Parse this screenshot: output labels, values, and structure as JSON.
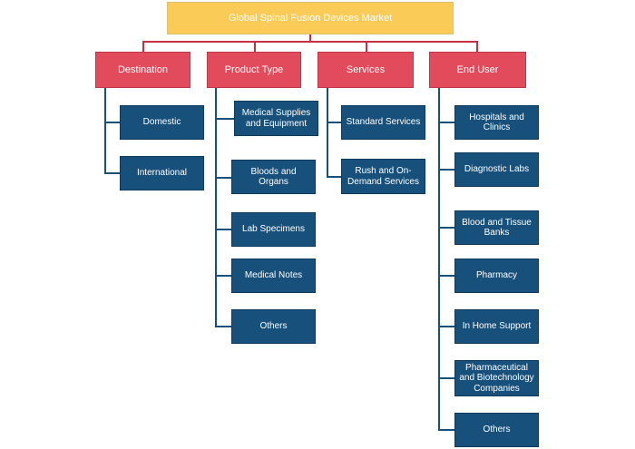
{
  "root": {
    "label": "Global Spinal Fusion Devices Market"
  },
  "categories": [
    {
      "label": "Destination",
      "items": [
        "Domestic",
        "International"
      ]
    },
    {
      "label": "Product Type",
      "items": [
        "Medical Supplies and Equipment",
        "Bloods and Organs",
        "Lab Specimens",
        "Medical Notes",
        "Others"
      ]
    },
    {
      "label": "Services",
      "items": [
        "Standard Services",
        "Rush and On-Demand Services"
      ]
    },
    {
      "label": "End User",
      "items": [
        "Hospitals and Clinics",
        "Diagnostic Labs",
        "Blood and Tissue Banks",
        "Pharmacy",
        "In Home Support",
        "Pharmaceutical and Biotechnology Companies",
        "Others"
      ]
    }
  ],
  "colors": {
    "root": "#fbcb57",
    "category": "#e14b5b",
    "leaf": "#17507a",
    "connector_red": "#c53045"
  }
}
